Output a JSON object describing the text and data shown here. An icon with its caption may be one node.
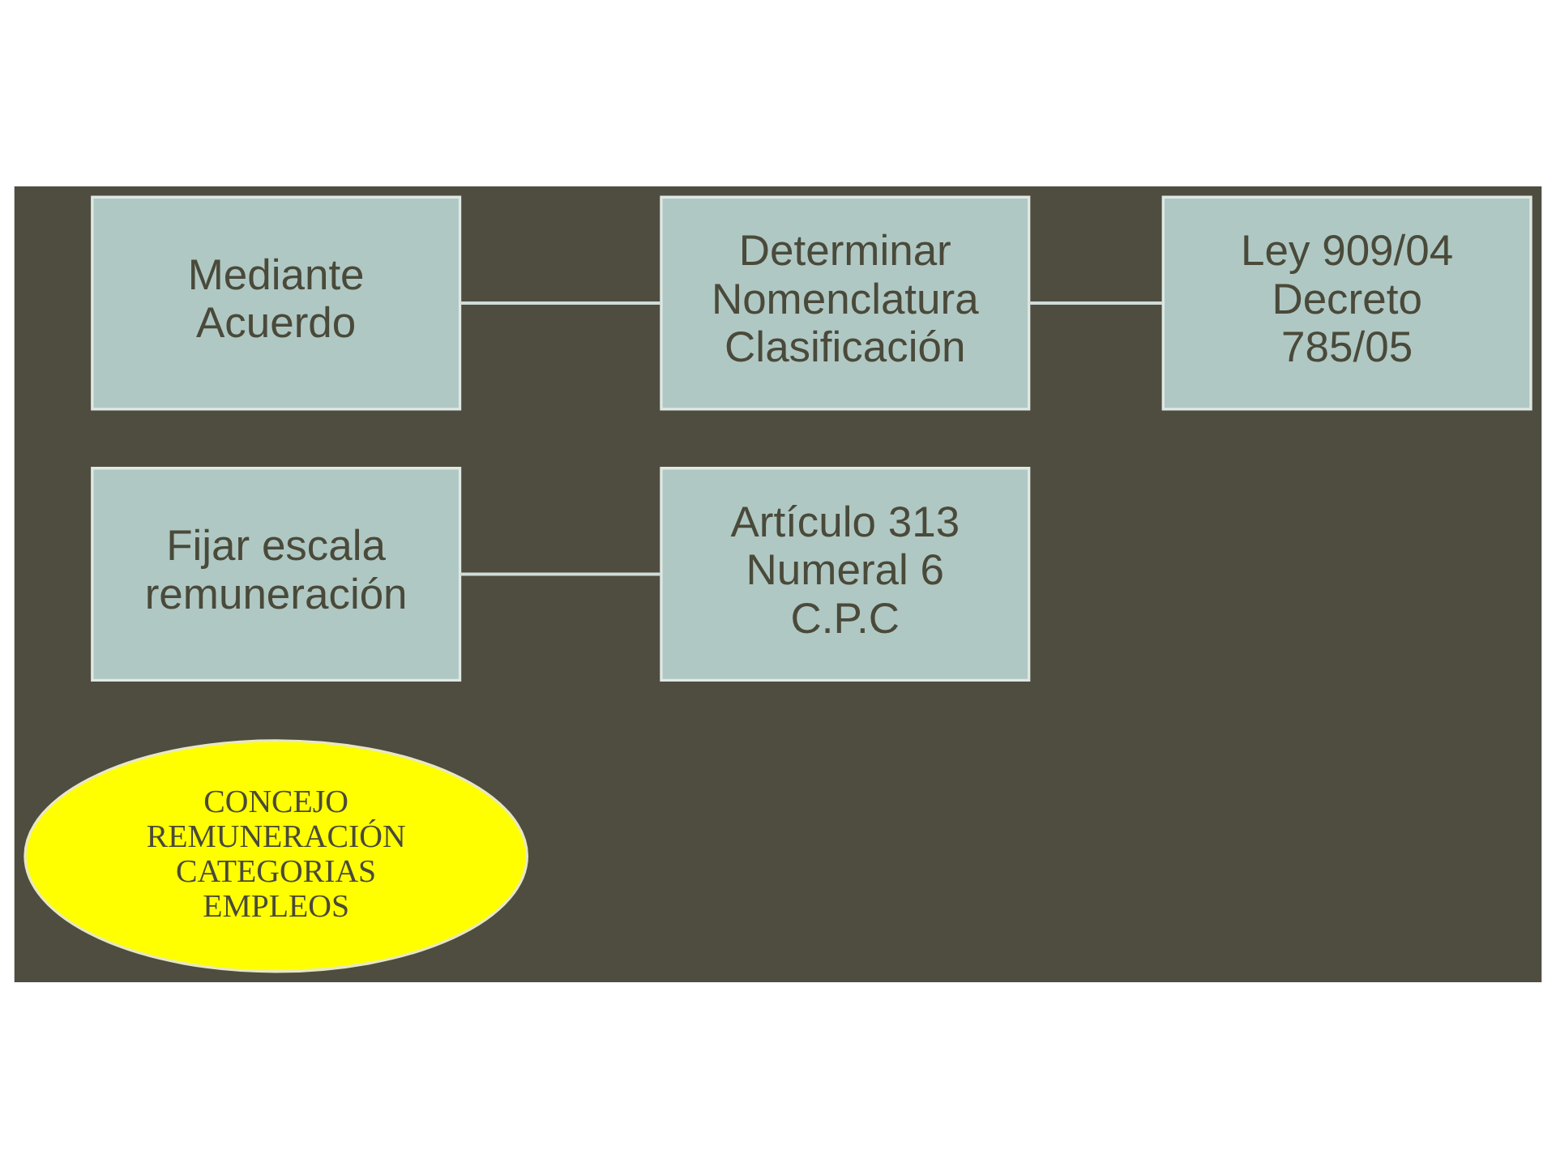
{
  "diagram": {
    "nodes": [
      {
        "text": [
          "CONCEJO REMUNERACIÓN CATEGORIAS EMPLEOS"
        ]
      },
      {
        "text": [
          "Fijar escala remuneración"
        ]
      },
      {
        "text": [
          "Artículo 313 Numeral 6 C.P.C"
        ]
      },
      {
        "text": [
          "Mediante Acuerdo"
        ]
      },
      {
        "text": [
          "Determinar Nomenclatura Clasificación"
        ]
      },
      {
        "text": [
          "Ley 909/04 Decreto 785/05"
        ]
      }
    ],
    "edges": [
      {
        "from": 1,
        "to": 2,
        "arrow": "none"
      },
      {
        "from": 3,
        "to": 4,
        "arrow": "none"
      },
      {
        "from": 4,
        "to": 5,
        "arrow": "none"
      }
    ]
  }
}
